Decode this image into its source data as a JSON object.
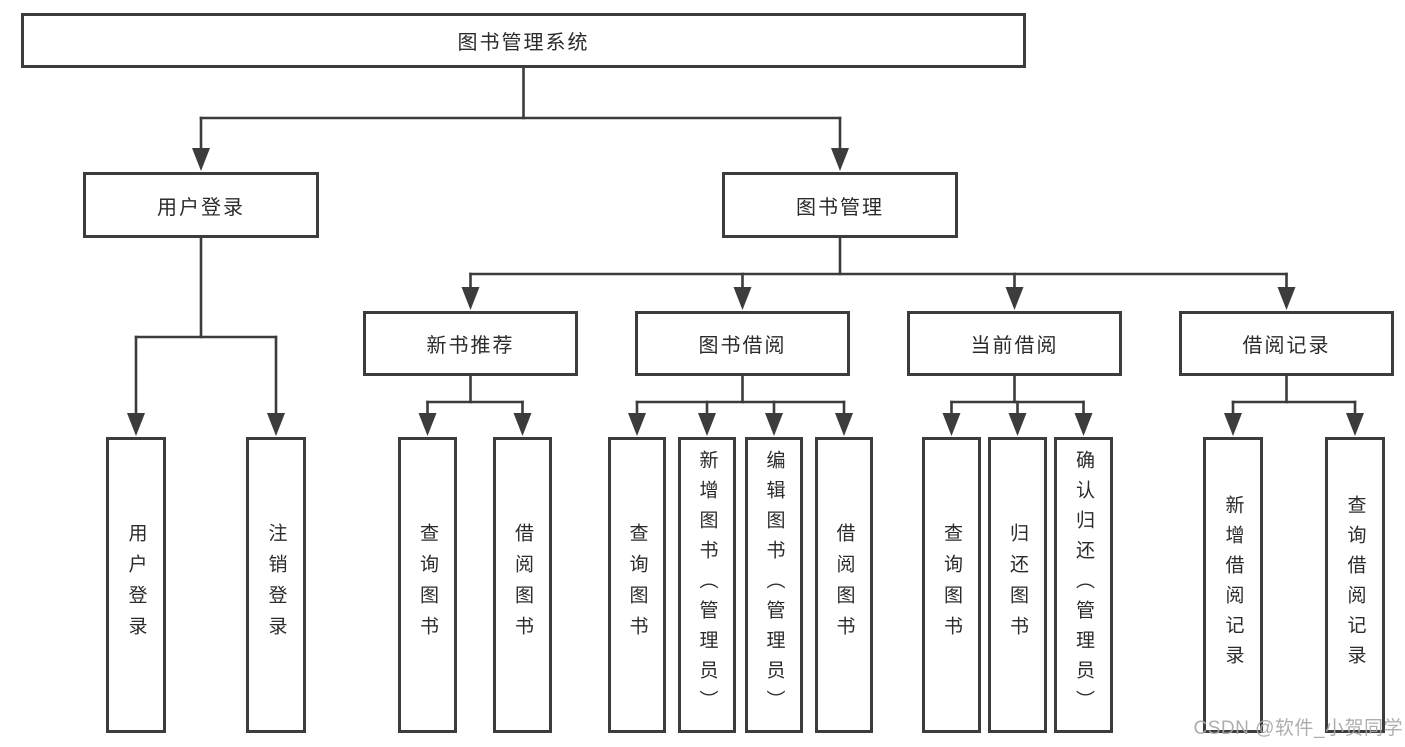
{
  "diagram": {
    "type": "tree",
    "root": {
      "label": "图书管理系统",
      "children": [
        {
          "label": "用户登录",
          "children": [
            {
              "label": "用户登录"
            },
            {
              "label": "注销登录"
            }
          ]
        },
        {
          "label": "图书管理",
          "children": [
            {
              "label": "新书推荐",
              "children": [
                {
                  "label": "查询图书"
                },
                {
                  "label": "借阅图书"
                }
              ]
            },
            {
              "label": "图书借阅",
              "children": [
                {
                  "label": "查询图书"
                },
                {
                  "label": "新增图书（管理员）"
                },
                {
                  "label": "编辑图书（管理员）"
                },
                {
                  "label": "借阅图书"
                }
              ]
            },
            {
              "label": "当前借阅",
              "children": [
                {
                  "label": "查询图书"
                },
                {
                  "label": "归还图书"
                },
                {
                  "label": "确认归还（管理员）"
                }
              ]
            },
            {
              "label": "借阅记录",
              "children": [
                {
                  "label": "新增借阅记录"
                },
                {
                  "label": "查询借阅记录"
                }
              ]
            }
          ]
        }
      ]
    },
    "colors": {
      "line": "#3c3c3c",
      "text": "#2b2b2b",
      "background": "#ffffff",
      "watermark": "#a8a8a8"
    },
    "watermark": "CSDN @软件_小贺同学"
  }
}
